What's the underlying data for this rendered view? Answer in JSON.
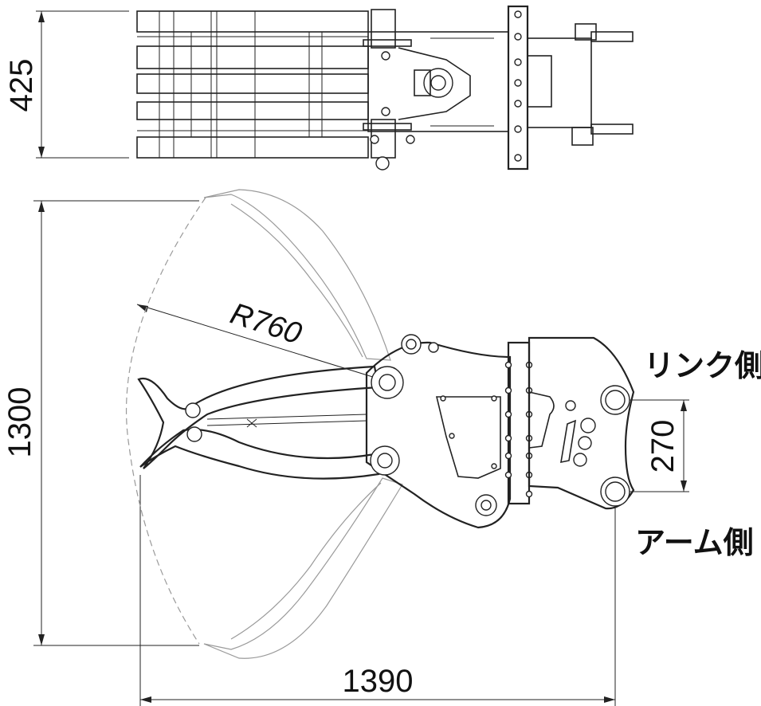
{
  "dimensions": {
    "top_width": "425",
    "height": "1300",
    "radius": "R760",
    "pin_spacing": "270",
    "length": "1390"
  },
  "labels": {
    "link_side": "リンク側",
    "arm_side": "アーム側"
  }
}
